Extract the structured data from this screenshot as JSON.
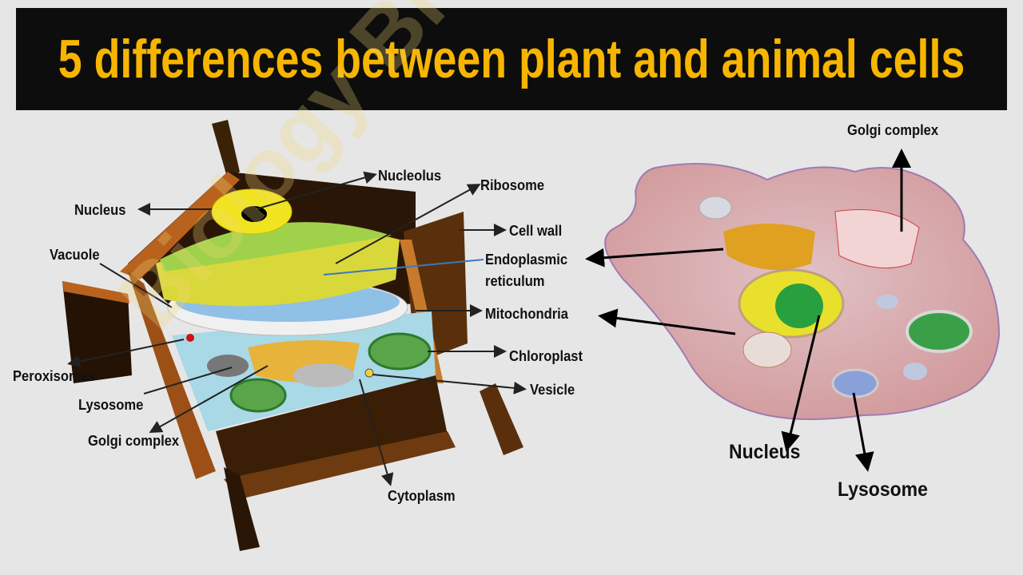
{
  "title": "5 differences between plant and animal cells",
  "watermark": "Biology Brain",
  "plant_cell": {
    "labels": {
      "nucleus": "Nucleus",
      "nucleolus": "Nucleolus",
      "ribosome": "Ribosome",
      "cell_wall": "Cell wall",
      "vacuole": "Vacuole",
      "er_line1": "Endoplasmic",
      "er_line2": "reticulum",
      "mitochondria": "Mitochondria",
      "peroxisomes": "Peroxisomes",
      "chloroplast": "Chloroplast",
      "lysosome": "Lysosome",
      "vesicle": "Vesicle",
      "golgi": "Golgi complex",
      "cytoplasm": "Cytoplasm"
    }
  },
  "animal_cell": {
    "labels": {
      "golgi": "Golgi complex",
      "nucleus": "Nucleus",
      "lysosome": "Lysosome"
    }
  },
  "colors": {
    "title_text": "#f7b500",
    "title_bg": "#0d0d0d",
    "background": "#e6e6e6"
  }
}
